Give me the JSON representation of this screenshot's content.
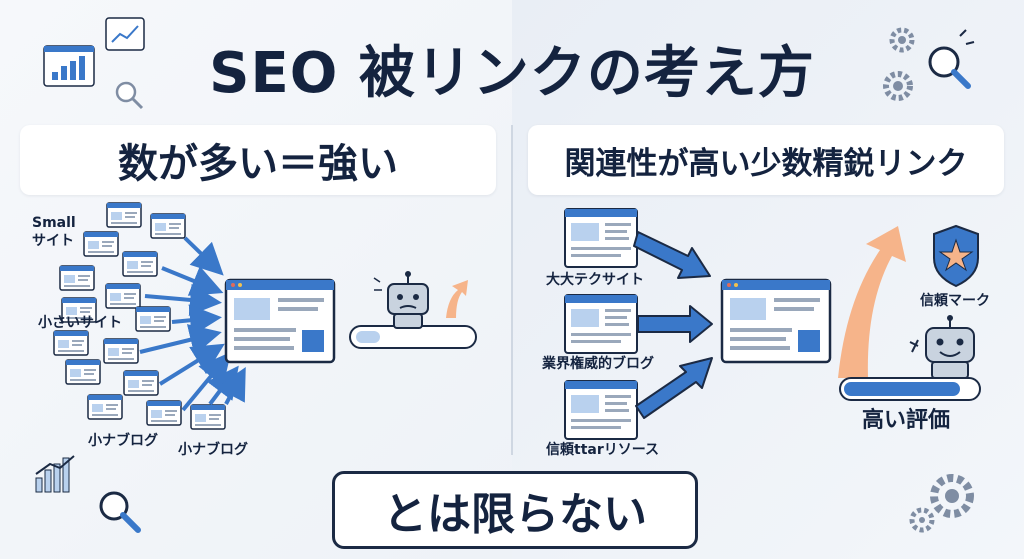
{
  "title": "SEO 被リンクの考え方",
  "left": {
    "heading": "数が多い＝強い",
    "labels": {
      "small_site_en": "Small",
      "small_site_ja": "サイト",
      "small_site2": "小さいサイト",
      "small_blog1": "小ナブログ",
      "small_blog2": "小ナブログ"
    }
  },
  "right": {
    "heading": "関連性が高い少数精鋭リンク",
    "sources": [
      "大大テクサイト",
      "業界権威的ブログ",
      "信頼ttarリソース"
    ],
    "badge_label": "信頼マーク",
    "result_label": "高い評価"
  },
  "conclusion": "とは限らない",
  "colors": {
    "navy": "#14233f",
    "blue": "#3a78c9",
    "light_blue": "#b9d1ee",
    "peach": "#f6b48a",
    "gray_bg": "#eef2f7"
  }
}
